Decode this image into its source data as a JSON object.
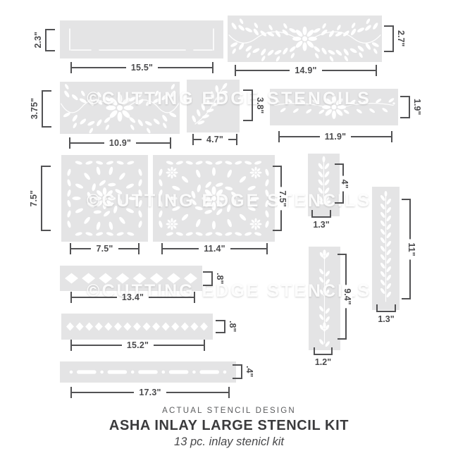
{
  "watermark": {
    "text": "©CUTTING EDGE STENCILS"
  },
  "footer": {
    "kicker": "ACTUAL STENCIL DESIGN",
    "title": "ASHA INLAY LARGE STENCIL KIT",
    "subtitle": "13 pc. inlay stenicl kit"
  },
  "colors": {
    "panel": "#e4e4e5",
    "cutout": "#ffffff",
    "dimension": "#525254",
    "title_text": "#3b3b3d"
  },
  "stencils": [
    {
      "name": "border rail plain",
      "w": "15.5\"",
      "h": "2.3\""
    },
    {
      "name": "leaf border large",
      "w": "14.9\"",
      "h": "2.7\""
    },
    {
      "name": "leaf border medium",
      "w": "10.9\"",
      "h": "3.75\""
    },
    {
      "name": "corner branch",
      "w": "4.7\"",
      "h": "3.8\""
    },
    {
      "name": "thin vine border",
      "w": "11.9\"",
      "h": "1.9\""
    },
    {
      "name": "square medallion",
      "w": "7.5\"",
      "h": "7.5\""
    },
    {
      "name": "rectangle medallion",
      "w": "11.4\"",
      "h": "7.5\""
    },
    {
      "name": "leaf sprig",
      "w": "1.3\"",
      "h": "4\""
    },
    {
      "name": "vertical leaf vine",
      "w": "1.3\"",
      "h": "11\""
    },
    {
      "name": "vertical floral vine",
      "w": "1.2\"",
      "h": "9.4\""
    },
    {
      "name": "diamond border large",
      "w": "13.4\"",
      "h": ".8\""
    },
    {
      "name": "diamond border small",
      "w": "15.2\"",
      "h": ".8\""
    },
    {
      "name": "dash dot border",
      "w": "17.3\"",
      "h": ".4\""
    }
  ]
}
